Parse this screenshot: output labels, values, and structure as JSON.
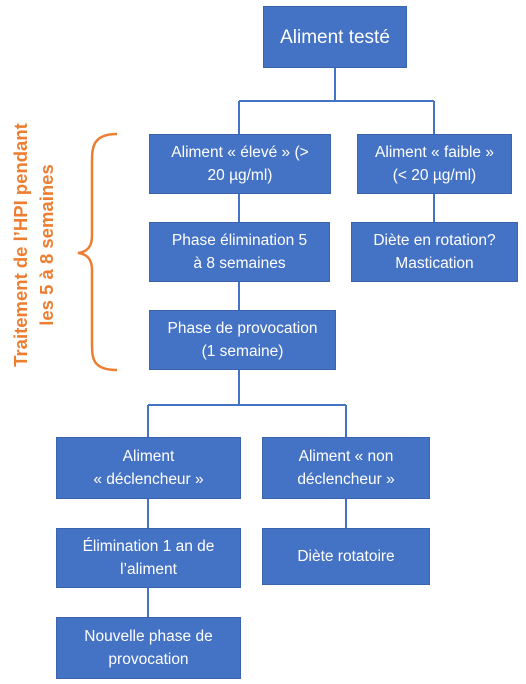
{
  "colors": {
    "box_fill": "#4472c4",
    "box_text": "#ffffff",
    "connector": "#4472c4",
    "bracket": "#ed7d31",
    "side_label": "#ed7d31"
  },
  "diagram": {
    "root": "Aliment testé",
    "high_food": [
      "Aliment « élevé » (>",
      "20 µg/ml)"
    ],
    "low_food": [
      "Aliment « faible »",
      "(< 20 µg/ml)"
    ],
    "elimination_phase": [
      "Phase élimination 5",
      "à 8 semaines"
    ],
    "rotation_diet_question": [
      "Diète en rotation?",
      "Mastication"
    ],
    "provocation_phase": [
      "Phase de provocation",
      "(1 semaine)"
    ],
    "trigger_food": [
      "Aliment",
      "« déclencheur »"
    ],
    "non_trigger_food": [
      "Aliment « non",
      "déclencheur »"
    ],
    "elimination_year": [
      "Élimination 1 an de",
      "l’aliment"
    ],
    "rotary_diet": "Diète rotatoire",
    "new_provocation": [
      "Nouvelle phase de",
      "provocation"
    ]
  },
  "side_label": [
    "Traitement de l’HPI pendant",
    "les 5 à 8 semaines"
  ]
}
